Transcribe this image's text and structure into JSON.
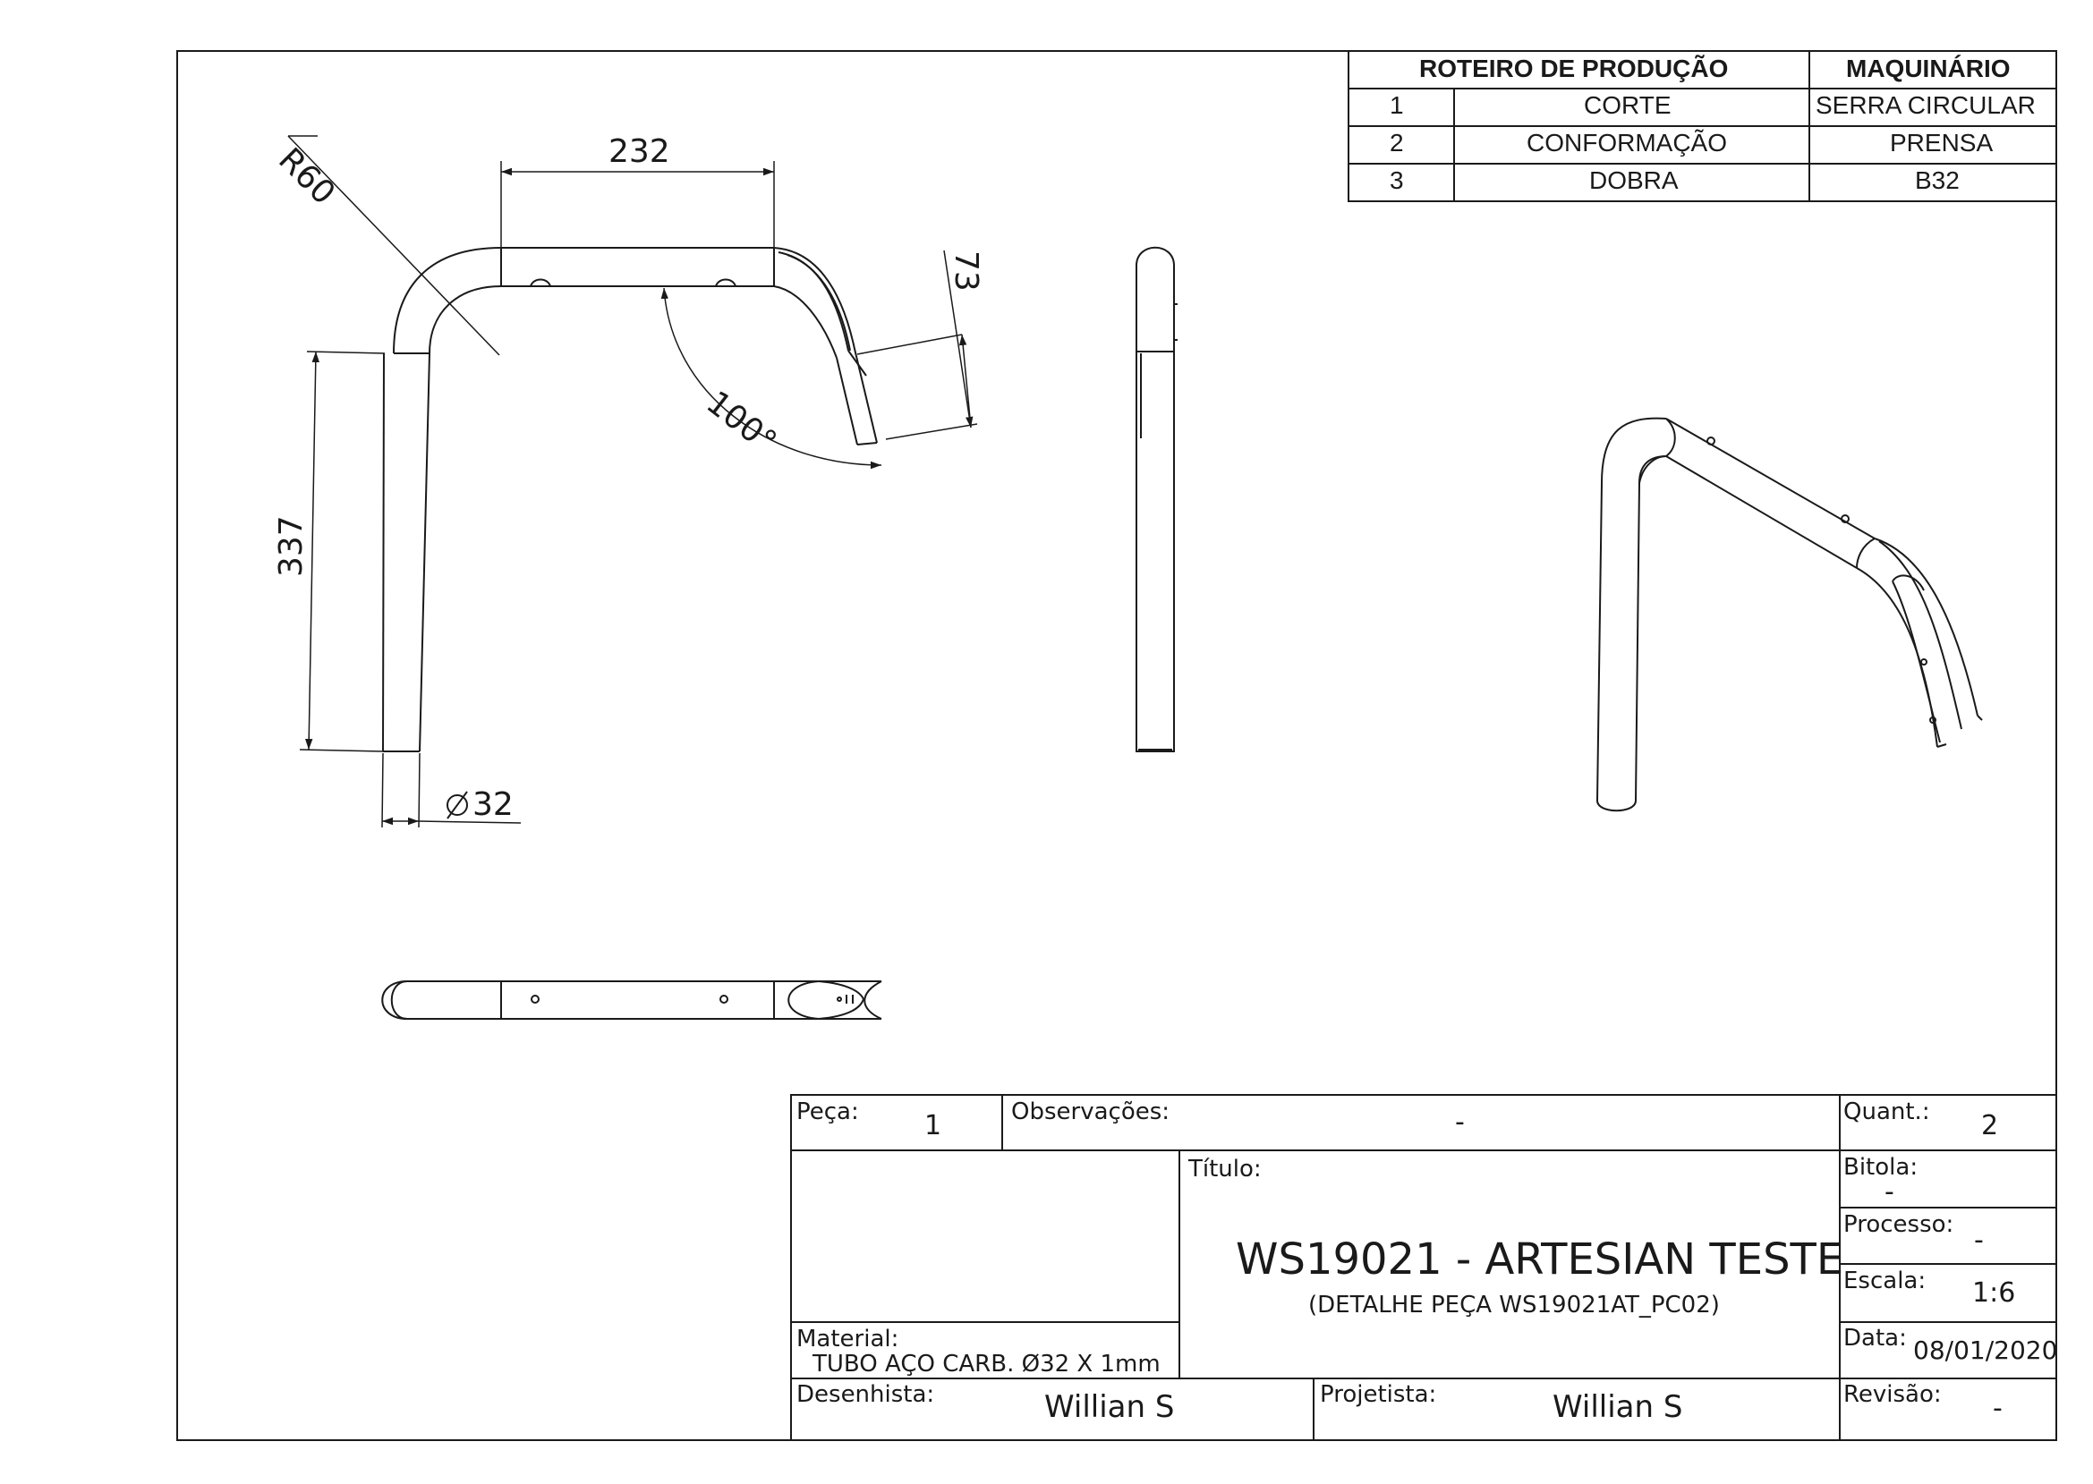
{
  "production_table": {
    "header_route": "ROTEIRO DE PRODUÇÃO",
    "header_machine": "MAQUINÁRIO",
    "rows": [
      {
        "num": "1",
        "step": "CORTE",
        "machine": "SERRA CIRCULAR"
      },
      {
        "num": "2",
        "step": "CONFORMAÇÃO",
        "machine": "PRENSA"
      },
      {
        "num": "3",
        "step": "DOBRA",
        "machine": "B32"
      }
    ]
  },
  "dimensions": {
    "radius": "R60",
    "top_length": "232",
    "end_length": "73",
    "angle": "100°",
    "leg_length": "337",
    "diameter": "32"
  },
  "title_block": {
    "peca_label": "Peça:",
    "peca_value": "1",
    "observacoes_label": "Observações:",
    "observacoes_value": "-",
    "quant_label": "Quant.:",
    "quant_value": "2",
    "bitola_label": "Bitola:",
    "bitola_value": "-",
    "processo_label": "Processo:",
    "processo_value": "-",
    "escala_label": "Escala:",
    "escala_value": "1:6",
    "data_label": "Data:",
    "data_value": "08/01/2020",
    "revisao_label": "Revisão:",
    "revisao_value": "-",
    "titulo_label": "Título:",
    "title": "WS19021 - ARTESIAN TESTE",
    "subtitle": "(DETALHE PEÇA WS19021AT_PC02)",
    "material_label": "Material:",
    "material_value": "TUBO AÇO CARB. Ø32 X 1mm",
    "desenhista_label": "Desenhista:",
    "desenhista_value": "Willian S",
    "projetista_label": "Projetista:",
    "projetista_value": "Willian S"
  }
}
